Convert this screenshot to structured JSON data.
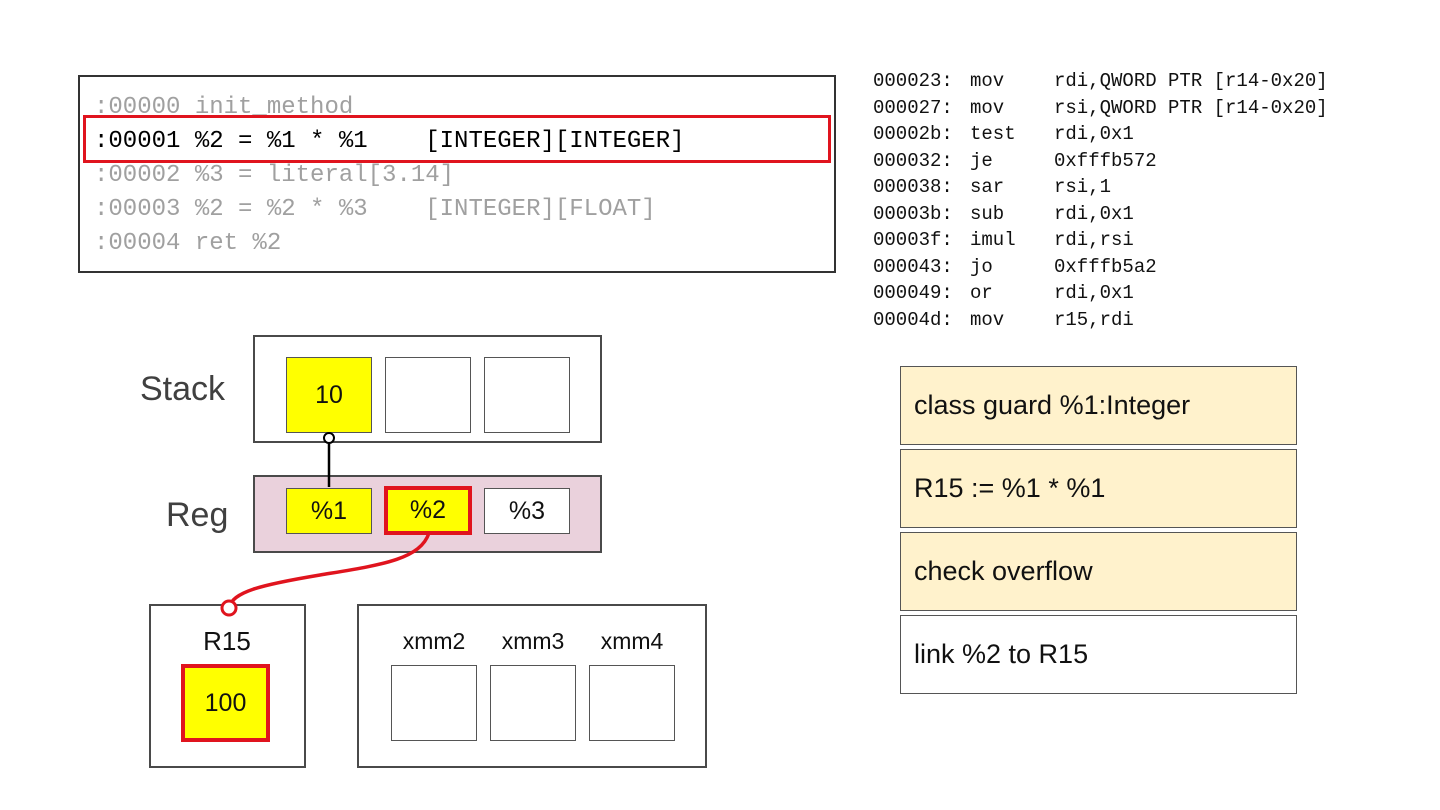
{
  "ir": {
    "lines": [
      {
        "text": ":00000 init_method",
        "active": false
      },
      {
        "text": ":00001 %2 = %1 * %1    [INTEGER][INTEGER]",
        "active": true
      },
      {
        "text": ":00002 %3 = literal[3.14]",
        "active": false
      },
      {
        "text": ":00003 %2 = %2 * %3    [INTEGER][FLOAT]",
        "active": false
      },
      {
        "text": ":00004 ret %2",
        "active": false
      }
    ]
  },
  "asm": [
    {
      "addr": "000023:",
      "op": "mov",
      "args": "rdi,QWORD PTR [r14-0x20]"
    },
    {
      "addr": "000027:",
      "op": "mov",
      "args": "rsi,QWORD PTR [r14-0x20]"
    },
    {
      "addr": "00002b:",
      "op": "test",
      "args": "rdi,0x1"
    },
    {
      "addr": "000032:",
      "op": "je",
      "args": "0xfffb572"
    },
    {
      "addr": "000038:",
      "op": "sar",
      "args": "rsi,1"
    },
    {
      "addr": "00003b:",
      "op": "sub",
      "args": "rdi,0x1"
    },
    {
      "addr": "00003f:",
      "op": "imul",
      "args": "rdi,rsi"
    },
    {
      "addr": "000043:",
      "op": "jo",
      "args": "0xfffb5a2"
    },
    {
      "addr": "000049:",
      "op": "or",
      "args": "rdi,0x1"
    },
    {
      "addr": "00004d:",
      "op": "mov",
      "args": "r15,rdi"
    }
  ],
  "stack": {
    "label": "Stack",
    "slots": [
      "10",
      "",
      ""
    ]
  },
  "reg": {
    "label": "Reg",
    "slots": [
      "%1",
      "%2",
      "%3"
    ]
  },
  "r15": {
    "label": "R15",
    "value": "100"
  },
  "xmm": [
    {
      "label": "xmm2",
      "value": ""
    },
    {
      "label": "xmm3",
      "value": ""
    },
    {
      "label": "xmm4",
      "value": ""
    }
  ],
  "steps": [
    {
      "text": "class guard %1:Integer",
      "done": true
    },
    {
      "text": "R15 := %1 * %1",
      "done": true
    },
    {
      "text": "check overflow",
      "done": true
    },
    {
      "text": "link %2 to R15",
      "done": false
    }
  ],
  "colors": {
    "highlight": "#e0141e",
    "value_fill": "#ffff00",
    "reg_bg": "#ead1dc",
    "step_done": "#fff2cc"
  }
}
